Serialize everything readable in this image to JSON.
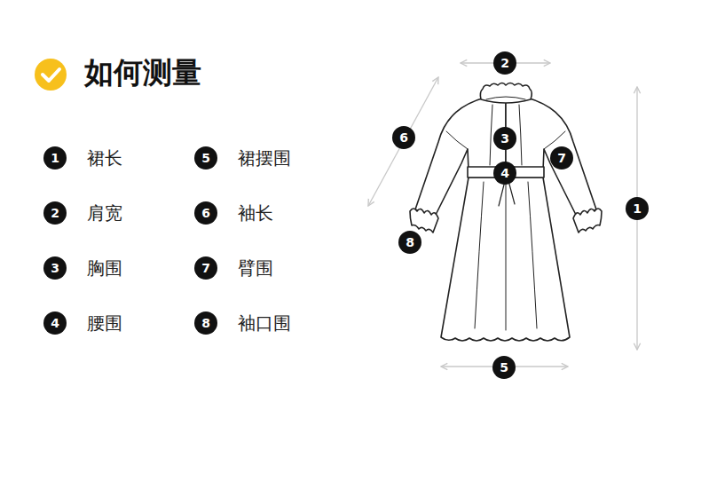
{
  "diagram": {
    "title": "如何测量",
    "nodes": [
      {
        "text": [
          "1",
          "裙长"
        ]
      },
      {
        "text": [
          "5",
          "裙摆围"
        ]
      },
      {
        "text": [
          "2",
          "肩宽"
        ]
      },
      {
        "text": [
          "6",
          "袖长"
        ]
      },
      {
        "text": [
          "3",
          "胸围"
        ]
      },
      {
        "text": [
          "7",
          "臂围"
        ]
      },
      {
        "text": [
          "4",
          "腰围"
        ]
      },
      {
        "text": [
          "8",
          "袖口围"
        ]
      },
      {
        "text": [
          "2"
        ]
      },
      {
        "text": [
          "6"
        ]
      },
      {
        "text": [
          "3"
        ]
      },
      {
        "text": [
          "7"
        ]
      },
      {
        "text": [
          "4"
        ]
      },
      {
        "text": [
          "1"
        ]
      },
      {
        "text": [
          "8"
        ]
      },
      {
        "text": [
          "5"
        ]
      }
    ]
  }
}
